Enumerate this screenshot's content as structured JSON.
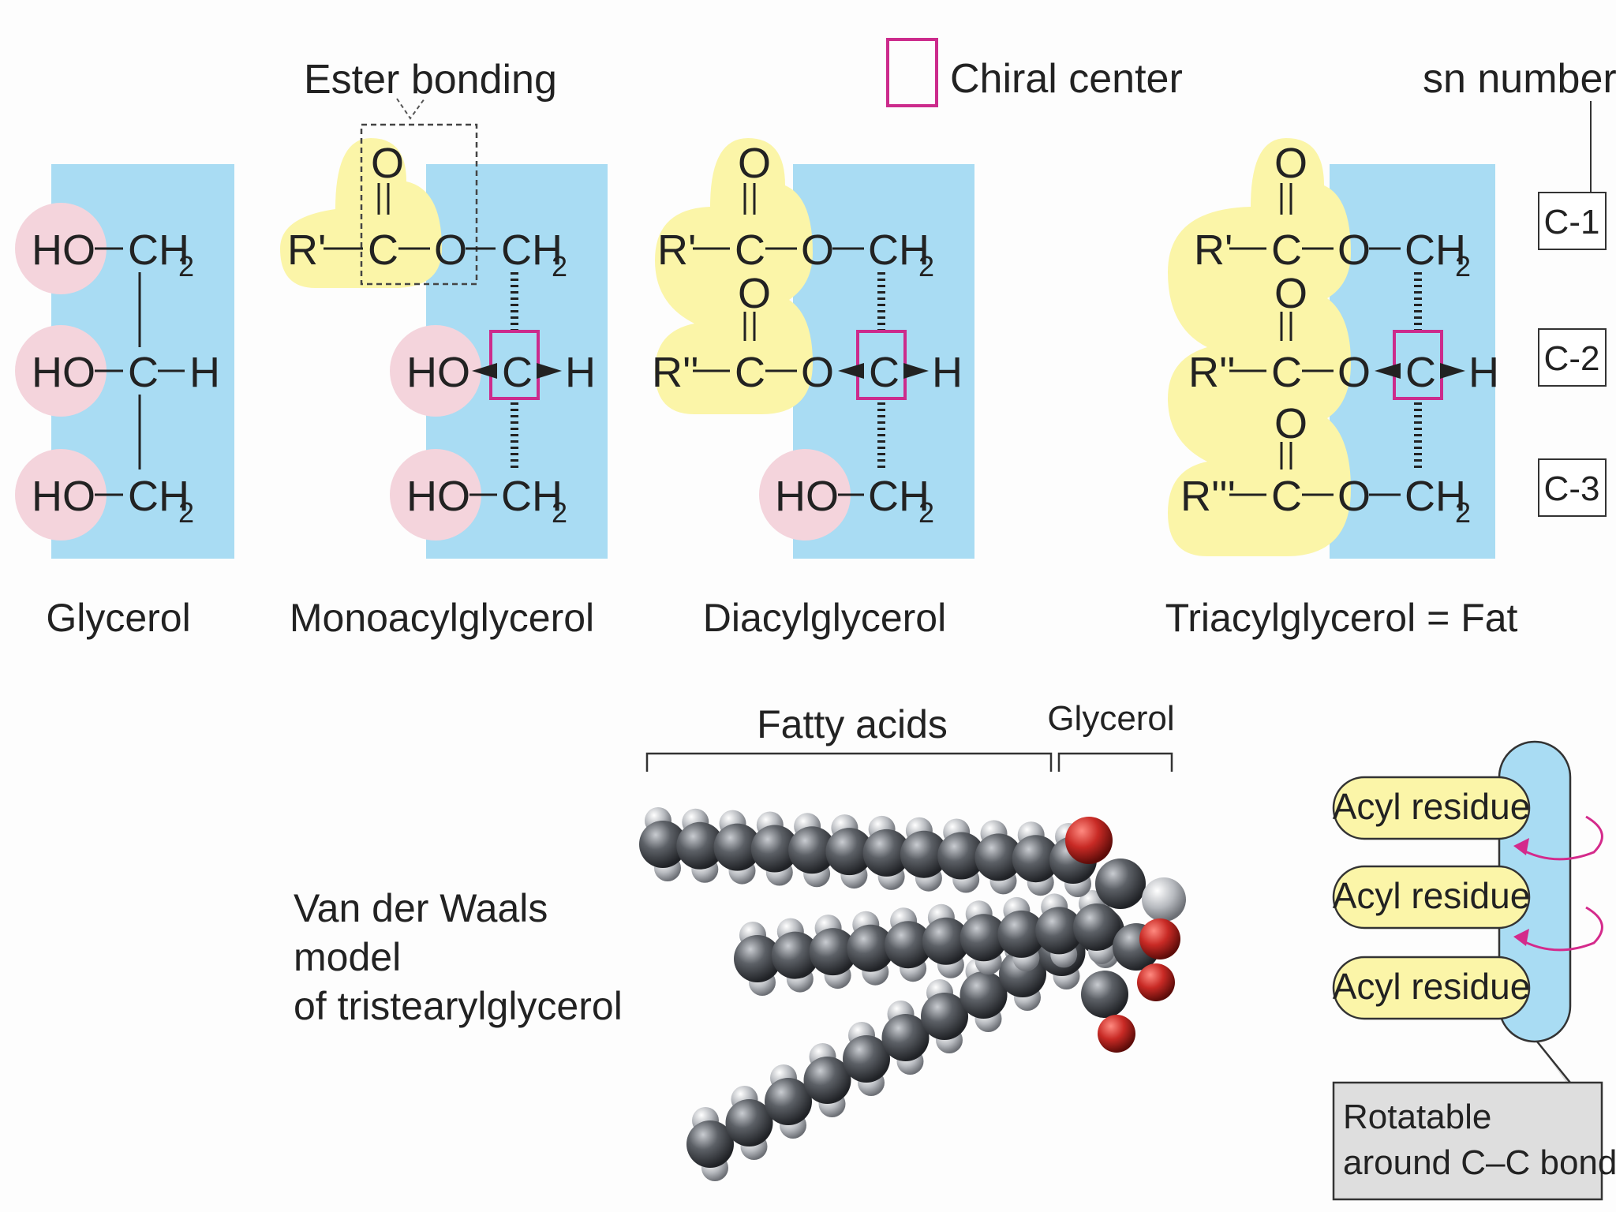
{
  "header": {
    "ester_bonding": "Ester bonding",
    "chiral_center": "Chiral center",
    "sn_number": "sn number"
  },
  "sn_labels": [
    "C-1",
    "C-2",
    "C-3"
  ],
  "captions": {
    "glycerol": "Glycerol",
    "monoacylglycerol": "Monoacylglycerol",
    "diacylglycerol": "Diacylglycerol",
    "triacylglycerol": "Triacylglycerol = Fat"
  },
  "atoms": {
    "ho": "HO",
    "ch2_main": "CH",
    "sub2": "2",
    "c": "C",
    "h": "H",
    "o": "O",
    "r1": "R'",
    "r2": "R''",
    "r3": "R'''"
  },
  "model": {
    "fatty_acids": "Fatty acids",
    "glycerol": "Glycerol",
    "vdw_line1": "Van der Waals",
    "vdw_line2": "model",
    "vdw_line3": "of tristearylglycerol"
  },
  "acyl": {
    "residue1": "Acyl residue",
    "residue2": "Acyl residue",
    "residue3": "Acyl residue",
    "rot_line1": "Rotatable",
    "rot_line2": "around C–C bond"
  },
  "colors": {
    "blue_panel": "#a9dcf3",
    "yellow_blob": "#fbf5a8",
    "pink_blob": "#f4d4dc",
    "chiral_box": "#cc2b8c",
    "carbon": "#4a4d52",
    "oxygen": "#c82a25",
    "callout_bg": "#dedede"
  }
}
